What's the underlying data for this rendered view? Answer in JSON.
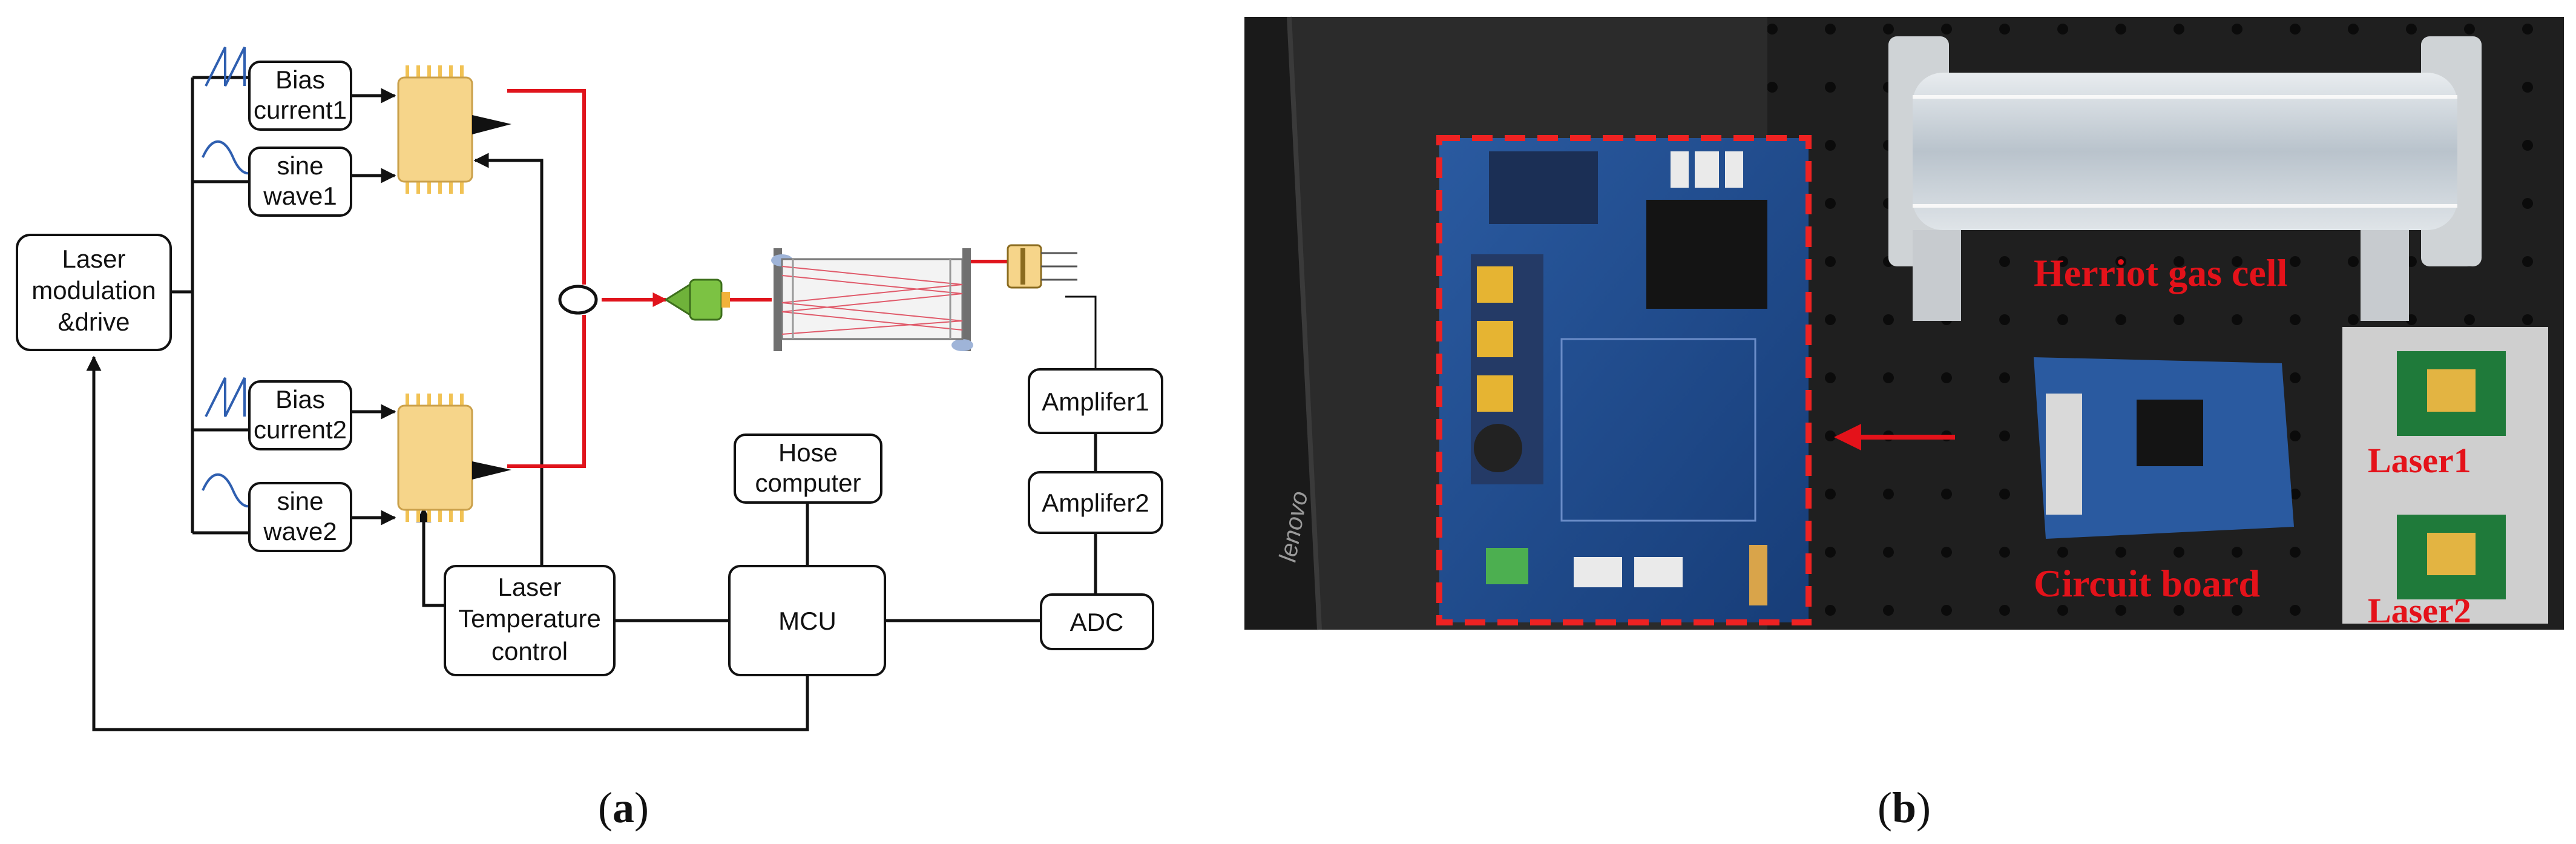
{
  "diagram": {
    "laser_driver": [
      "Laser",
      "modulation",
      "&drive"
    ],
    "bias_current_1": [
      "Bias",
      "current1"
    ],
    "sine_wave_1": [
      "sine",
      "wave1"
    ],
    "bias_current_2": [
      "Bias",
      "current2"
    ],
    "sine_wave_2": [
      "sine",
      "wave2"
    ],
    "host_computer": [
      "Hose",
      "computer"
    ],
    "temperature_control": [
      "Laser",
      "Temperature",
      "control"
    ],
    "mcu": "MCU",
    "adc": "ADC",
    "amplifier_1": "Amplifer1",
    "amplifier_2": "Amplifer2"
  },
  "photo": {
    "gas_cell_label": "Herriot gas cell",
    "circuit_board_label": "Circuit board",
    "laser1_label": "Laser1",
    "laser2_label": "Laser2",
    "monitor_brand": "lenovo"
  },
  "captions": {
    "a": {
      "open": "(",
      "letter": "a",
      "close": ")"
    },
    "b": {
      "open": "(",
      "letter": "b",
      "close": ")"
    }
  },
  "colors": {
    "optical_path": "#e0141c",
    "butterfly_package": "#f6d58a",
    "ramp_signal": "#2f5fb0",
    "sine_signal": "#2f5fb0",
    "collimator": "#7cc243",
    "photo_annotation": "#e4121a"
  }
}
